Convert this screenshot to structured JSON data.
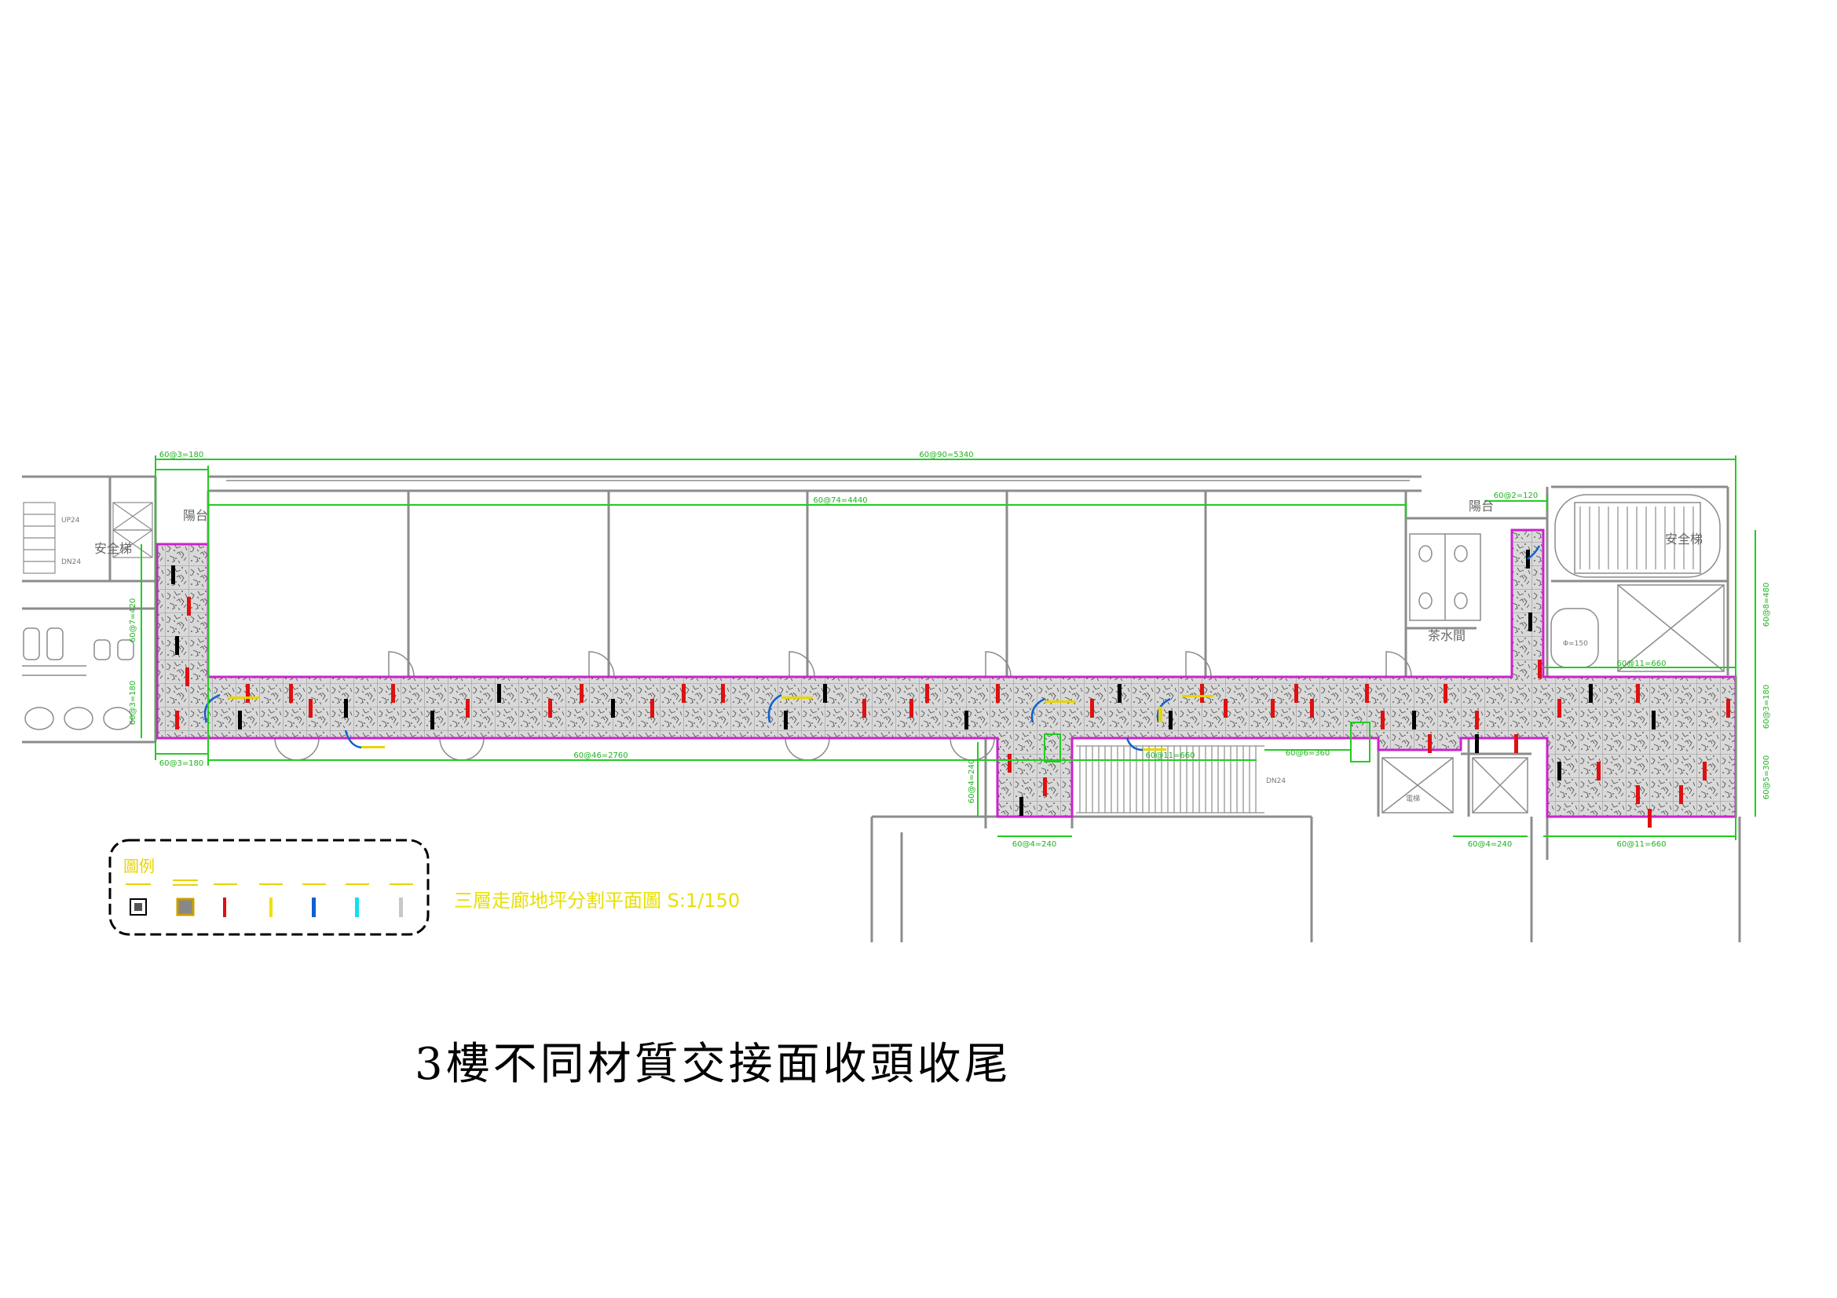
{
  "caption": "3樓不同材質交接面收頭收尾",
  "plan_title": "三層走廊地坪分割平面圖 S:1/150",
  "legend": {
    "title": "圖例",
    "items": [
      {
        "kind": "tile-black",
        "color": "#000000"
      },
      {
        "kind": "tile-gold",
        "color": "#c8a000"
      },
      {
        "kind": "line",
        "color": "#e01010"
      },
      {
        "kind": "line",
        "color": "#f0e000"
      },
      {
        "kind": "line",
        "color": "#1060d0"
      },
      {
        "kind": "line",
        "color": "#10e0f0"
      },
      {
        "kind": "line",
        "color": "#c8c8c8"
      }
    ]
  },
  "rooms": {
    "stair_left": "安全梯",
    "balcony_left": "陽台",
    "balcony_right": "陽台",
    "tea_room": "茶水間",
    "stair_right": "安全梯",
    "elevator": "電梯",
    "dia": "Φ=150"
  },
  "stair_labels": {
    "up_left": "UP24",
    "dn_left": "DN24",
    "dn_center": "DN24"
  },
  "dimensions": {
    "top_overall": "60@90=5340",
    "top_left": "60@3=180",
    "top_mid": "60@74=4440",
    "top_right": "60@2=120",
    "bottom_left": "60@3=180",
    "bottom_mid": "60@46=2760",
    "bottom_right_mid": "60@6=360",
    "bottom_center": "60@4=240",
    "bottom_east": "60@4=240",
    "bottom_far_right": "60@11=660",
    "right_a": "60@11=660",
    "left_a": "60@7=420",
    "left_b": "60@3=180",
    "right_v1": "60@8=480",
    "right_v2": "60@3=180",
    "right_v3": "60@5=300",
    "center_v": "60@4=240",
    "stair_mid": "60@11=660"
  },
  "colors": {
    "walls": "#8c8c8c",
    "dimension": "#22cc22",
    "boundary": "#cc22cc",
    "red_mark": "#e01010",
    "black_mark": "#000000",
    "blue_mark": "#1060d0",
    "yellow_text": "#e8d400"
  }
}
